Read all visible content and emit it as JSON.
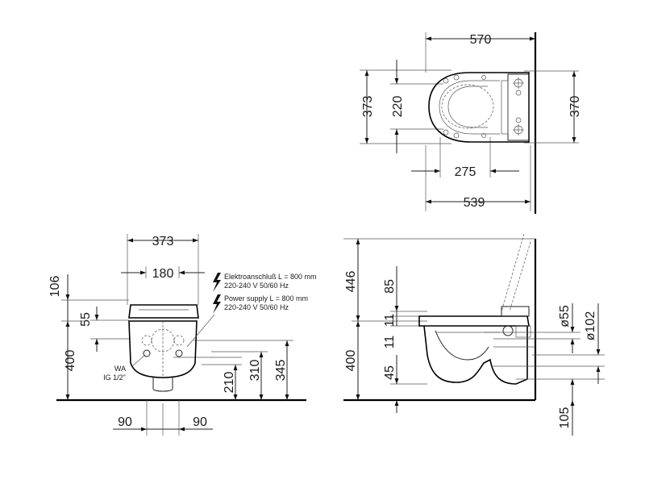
{
  "top_view": {
    "width_overall": "570",
    "length_bottom": "539",
    "inner_length": "275",
    "height_left": "373",
    "inner_height": "220",
    "height_right": "370"
  },
  "front_view": {
    "width": "373",
    "inner_width": "180",
    "top_offset": "106",
    "seat_height": "55",
    "floor_height": "400",
    "water_label": "WA",
    "water_thread": "IG 1/2\"",
    "h210": "210",
    "h310": "310",
    "h345": "345",
    "bottom_left": "90",
    "bottom_right": "90",
    "power_de_1": "Elektroanschluß L = 800 mm",
    "power_de_2": "220-240 V  50/60 Hz",
    "power_en_1": "Power supply L = 800 mm",
    "power_en_2": "220-240 V  50/60 Hz"
  },
  "side_view": {
    "h446": "446",
    "h85": "85",
    "h11a": "11",
    "h11b": "11",
    "h400": "400",
    "h45": "45",
    "d55": "ø55",
    "d102": "ø102",
    "h105": "105"
  }
}
